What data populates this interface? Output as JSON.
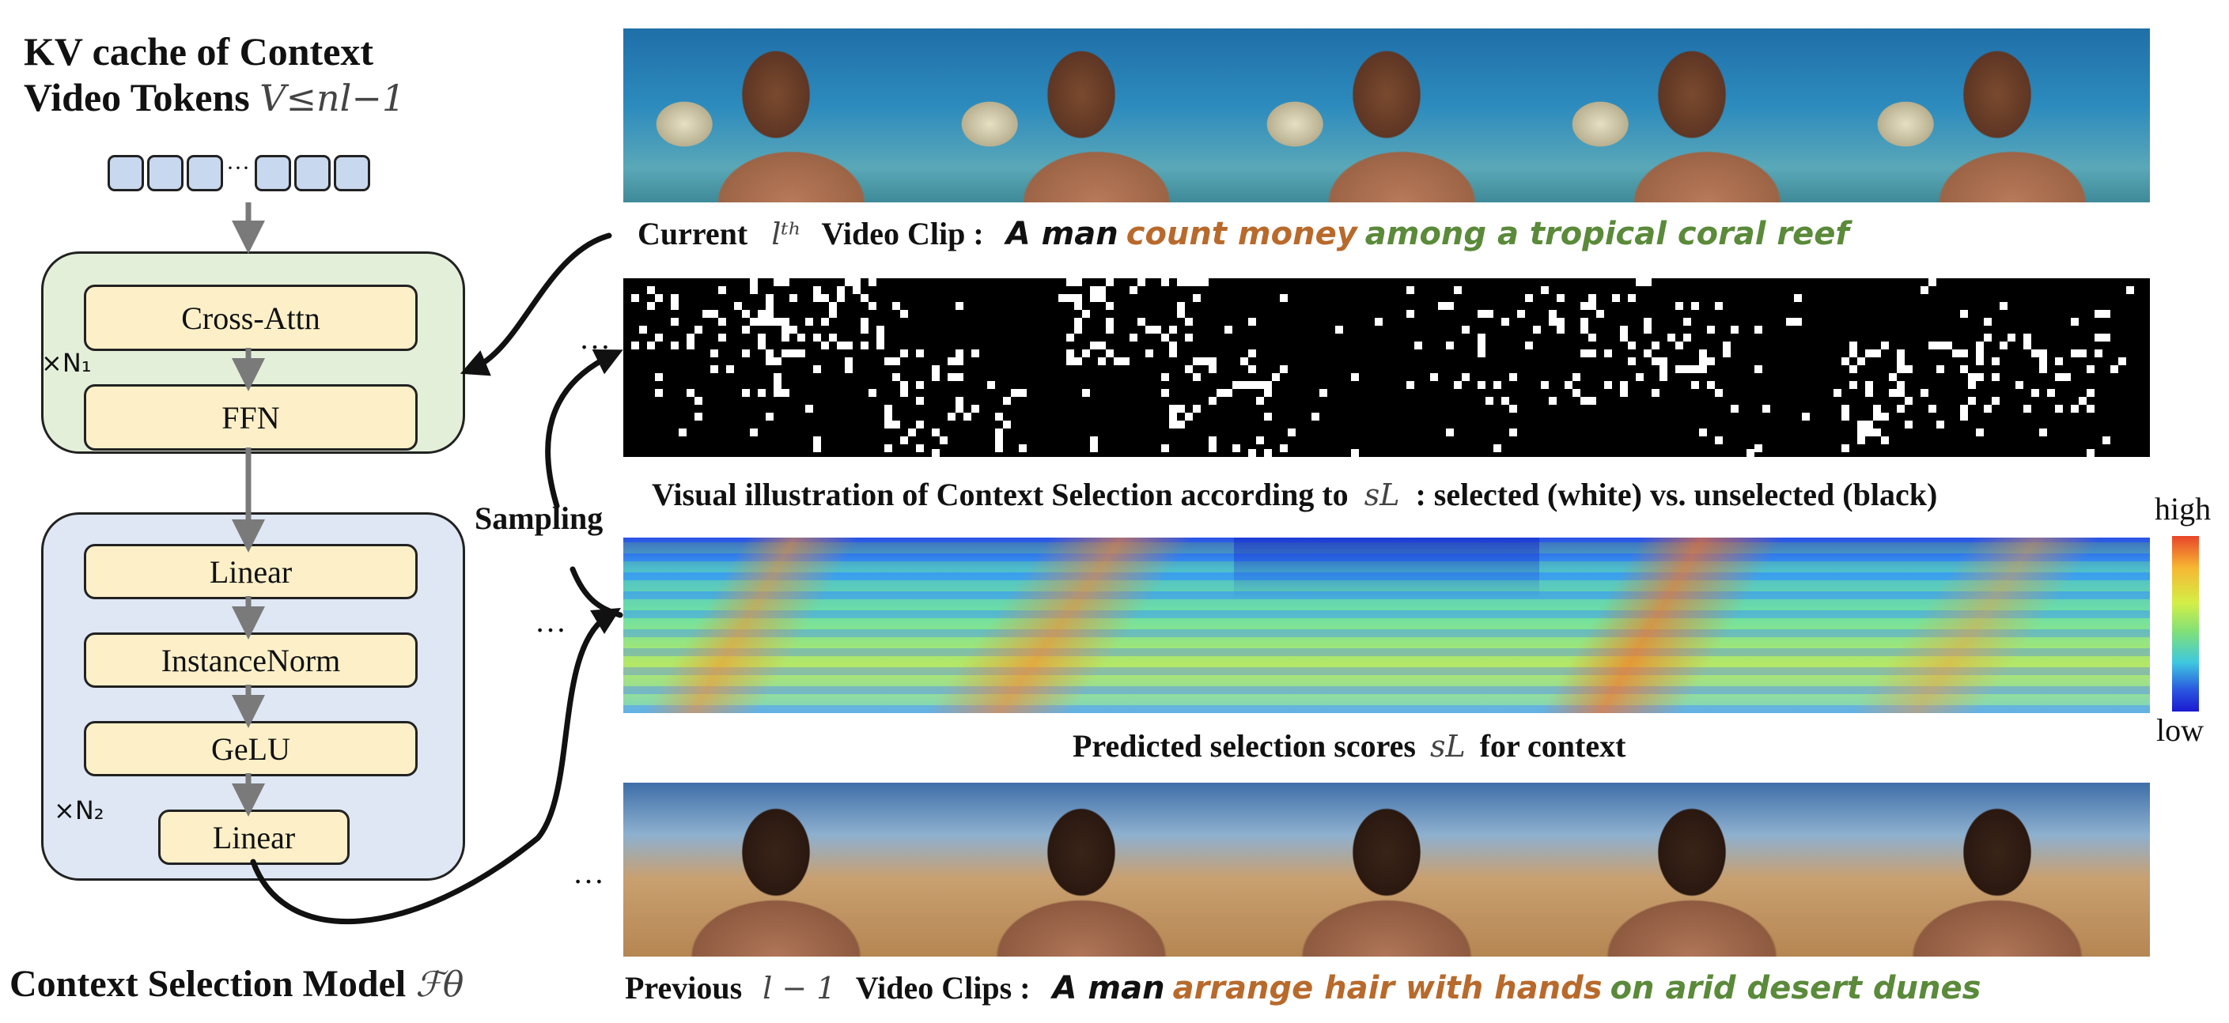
{
  "kv_title": {
    "line1": "KV cache of Context",
    "line2": "Video Tokens",
    "math": "V≤nl−1"
  },
  "token_ellipsis": "···",
  "block1": {
    "repeat": "×N₁",
    "items": [
      "Cross-Attn",
      "FFN"
    ]
  },
  "block2": {
    "repeat": "×N₂",
    "items": [
      "Linear",
      "InstanceNorm",
      "GeLU",
      "Linear"
    ]
  },
  "model_title": {
    "text": "Context Selection Model",
    "math": "ℱθ"
  },
  "sampling_label": "Sampling",
  "ellipsis": "…",
  "current_caption": {
    "prefix": "Current",
    "math": "lᵗʰ",
    "suffix": "Video Clip :",
    "prompt_subject": "A man",
    "prompt_action": "count money",
    "prompt_scene": "among a tropical coral reef"
  },
  "selection_caption": {
    "prefix": "Visual illustration of Context Selection according to",
    "math": "sL",
    "suffix": ": selected (white) vs. unselected (black)"
  },
  "scores_caption": {
    "prefix": "Predicted selection scores",
    "math": "sL",
    "suffix": "for context"
  },
  "colorbar": {
    "high": "high",
    "low": "low"
  },
  "previous_caption": {
    "prefix": "Previous",
    "math": "l − 1",
    "suffix": "Video Clips :",
    "prompt_subject": "A man",
    "prompt_action": "arrange hair with hands",
    "prompt_scene": "on arid desert dunes"
  },
  "colors": {
    "action": "#b86a2c",
    "scene": "#5a8a3a",
    "block1_bg": "#e4efd9",
    "block2_bg": "#dee7f3",
    "box_bg": "#fdf0c8",
    "token_bg": "#c8d8ef"
  }
}
